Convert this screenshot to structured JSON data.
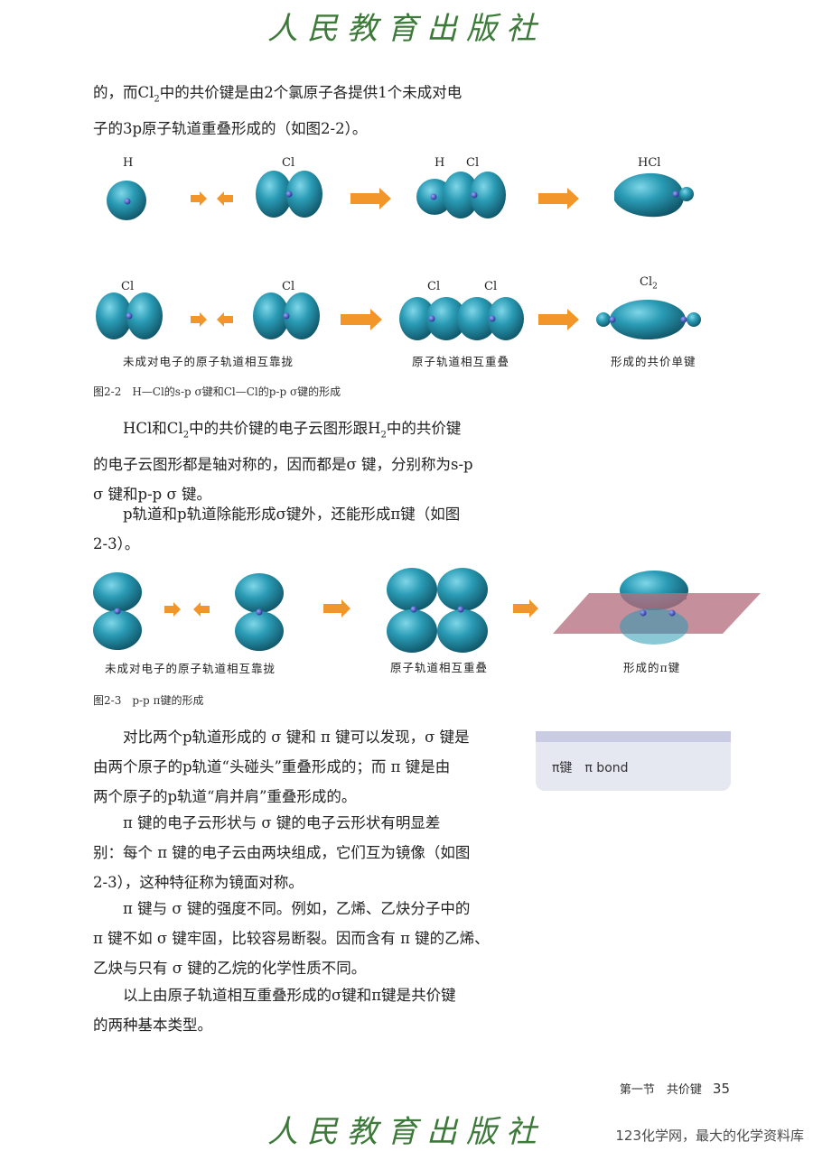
{
  "header": {
    "brand": "人民教育出版社"
  },
  "para1": {
    "l1": {
      "a": "的，而Cl",
      "sub": "2",
      "b": "中的共价键是由2个氯原子各提供1个未成对电"
    },
    "l2": "子的3p原子轨道重叠形成的（如图2-2）。"
  },
  "fig22": {
    "row1_labels": [
      "H",
      "Cl",
      "H",
      "Cl",
      "HCl"
    ],
    "row2_labels": [
      "Cl",
      "Cl",
      "Cl",
      "Cl"
    ],
    "cl2_label": {
      "a": "Cl",
      "sub": "2"
    },
    "captions": [
      "未成对电子的原子轨道相互靠拢",
      "原子轨道相互重叠",
      "形成的共价单键"
    ],
    "title": "图2-2　H—Cl的s-p σ键和Cl—Cl的p-p σ键的形成"
  },
  "para2": {
    "l1": {
      "a": "HCl和Cl",
      "s1": "2",
      "b": "中的共价键的电子云图形跟H",
      "s2": "2",
      "c": "中的共价键"
    },
    "l2": "的电子云图形都是轴对称的，因而都是σ 键，分别称为s-p",
    "l3": "σ 键和p-p σ 键。"
  },
  "para3": {
    "l1": "p轨道和p轨道除能形成σ键外，还能形成π键（如图",
    "l2": "2-3）。"
  },
  "fig23": {
    "captions": [
      "未成对电子的原子轨道相互靠拢",
      "原子轨道相互重叠",
      "形成的π键"
    ],
    "title": "图2-3　p-p π键的形成"
  },
  "para4": {
    "l1": "对比两个p轨道形成的 σ 键和 π 键可以发现，σ 键是",
    "l2": "由两个原子的p轨道“头碰头”重叠形成的；而 π 键是由",
    "l3": "两个原子的p轨道“肩并肩”重叠形成的。"
  },
  "para5": {
    "l1": "π 键的电子云形状与 σ 键的电子云形状有明显差",
    "l2": "别：每个 π 键的电子云由两块组成，它们互为镜像（如图",
    "l3": "2-3），这种特征称为镜面对称。"
  },
  "para6": {
    "l1": "π 键与 σ 键的强度不同。例如，乙烯、乙炔分子中的",
    "l2": "π 键不如 σ 键牢固，比较容易断裂。因而含有 π 键的乙烯、",
    "l3": "乙炔与只有 σ 键的乙烷的化学性质不同。"
  },
  "para7": {
    "l1": "以上由原子轨道相互重叠形成的σ键和π键是共价键",
    "l2": "的两种基本类型。"
  },
  "sidebar": {
    "term": "π键　π bond"
  },
  "footer": {
    "section": "第一节　共价键",
    "page": "35"
  },
  "bottom_brand": "人民教育出版社",
  "watermark": "123化学网，最大的化学资料库",
  "colors": {
    "orbital": "#2a9bb5",
    "arrow": "#f2962a",
    "plane": "#b56f80",
    "brand": "#3d7a3a"
  }
}
